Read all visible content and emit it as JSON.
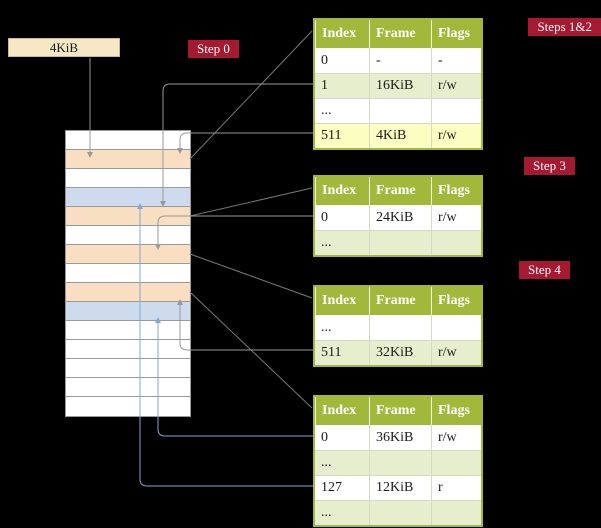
{
  "cr3_box": {
    "label": "4KiB"
  },
  "step_badges": {
    "step0": "Step 0",
    "steps_1_2": "Steps 1&2",
    "step3": "Step 3",
    "step4": "Step 4"
  },
  "memory_column": {
    "rows": [
      {
        "kind": "white"
      },
      {
        "kind": "peach"
      },
      {
        "kind": "white"
      },
      {
        "kind": "blue"
      },
      {
        "kind": "peach"
      },
      {
        "kind": "white"
      },
      {
        "kind": "peach"
      },
      {
        "kind": "white"
      },
      {
        "kind": "peach"
      },
      {
        "kind": "blue"
      },
      {
        "kind": "white"
      },
      {
        "kind": "white"
      },
      {
        "kind": "white"
      },
      {
        "kind": "white"
      },
      {
        "kind": "white"
      }
    ]
  },
  "tables": [
    {
      "columns": [
        "Index",
        "Frame",
        "Flags"
      ],
      "rows": [
        {
          "bg": "white",
          "cells": [
            "0",
            "-",
            "-"
          ]
        },
        {
          "bg": "green",
          "cells": [
            "1",
            "16KiB",
            "r/w"
          ]
        },
        {
          "bg": "white",
          "cells": [
            "...",
            "",
            ""
          ]
        },
        {
          "bg": "yellow",
          "cells": [
            "511",
            "4KiB",
            "r/w"
          ]
        }
      ]
    },
    {
      "columns": [
        "Index",
        "Frame",
        "Flags"
      ],
      "rows": [
        {
          "bg": "white",
          "cells": [
            "0",
            "24KiB",
            "r/w"
          ]
        },
        {
          "bg": "green",
          "cells": [
            "...",
            "",
            ""
          ]
        }
      ]
    },
    {
      "columns": [
        "Index",
        "Frame",
        "Flags"
      ],
      "rows": [
        {
          "bg": "white",
          "cells": [
            "...",
            "",
            ""
          ]
        },
        {
          "bg": "green",
          "cells": [
            "511",
            "32KiB",
            "r/w"
          ]
        }
      ]
    },
    {
      "columns": [
        "Index",
        "Frame",
        "Flags"
      ],
      "rows": [
        {
          "bg": "white",
          "cells": [
            "0",
            "36KiB",
            "r/w"
          ]
        },
        {
          "bg": "green",
          "cells": [
            "...",
            "",
            ""
          ]
        },
        {
          "bg": "white",
          "cells": [
            "127",
            "12KiB",
            "r"
          ]
        },
        {
          "bg": "green",
          "cells": [
            "...",
            "",
            ""
          ]
        }
      ]
    }
  ],
  "colors": {
    "background": "#000000",
    "badge": "#a51931",
    "table_header": "#a2b83b",
    "row_green": "#e7eecd",
    "row_yellow": "#fcfdc0",
    "frame_peach": "#f9dec1",
    "frame_blue": "#ccdcee",
    "cr3_fill": "#f6e8c5",
    "arrow_gray": "#999999",
    "arrow_blue": "#84a7d8"
  }
}
